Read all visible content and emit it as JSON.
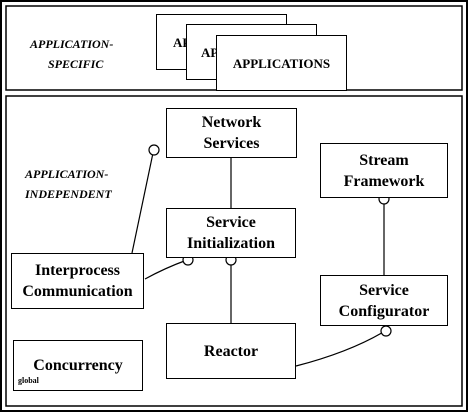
{
  "tiers": {
    "top": {
      "line1": "APPLICATION-",
      "line2": "SPECIFIC"
    },
    "bottom": {
      "line1": "APPLICATION-",
      "line2": "INDEPENDENT"
    }
  },
  "applications": {
    "back_label": "AP",
    "middle_label": "APP",
    "front_label": "APPLICATIONS"
  },
  "components": {
    "network_services": "Network\nServices",
    "stream_framework": "Stream\nFramework",
    "service_initialization": "Service\nInitialization",
    "interprocess_communication": "Interprocess\nCommunication",
    "service_configurator": "Service\nConfigurator",
    "reactor": "Reactor",
    "concurrency": "Concurrency",
    "concurrency_sub": "global"
  },
  "colors": {
    "line": "#000000",
    "background": "#ffffff"
  }
}
